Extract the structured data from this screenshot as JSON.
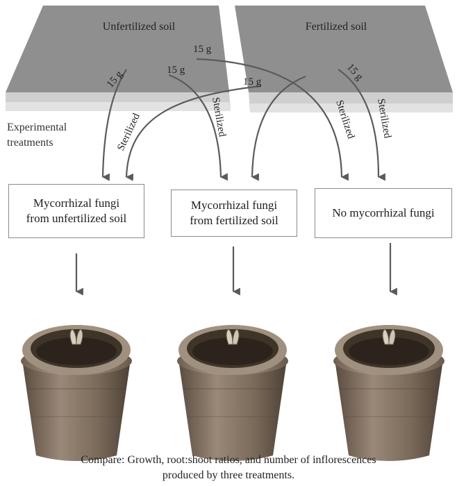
{
  "soil": {
    "unfertilized_label": "Unfertilized soil",
    "fertilized_label": "Fertilized soil"
  },
  "flows": {
    "amount": "15 g",
    "sterilized": "Sterilized"
  },
  "experimental_label": [
    "Experimental",
    "treatments"
  ],
  "treatments": [
    {
      "lines": [
        "Mycorrhizal fungi",
        "from unfertilized soil"
      ]
    },
    {
      "lines": [
        "Mycorrhizal fungi",
        "from fertilized soil"
      ]
    },
    {
      "lines": [
        "No mycorrhizal fungi"
      ]
    }
  ],
  "caption": [
    "Compare: Growth, root:shoot ratios, and number of inflorescences",
    "produced by three treatments."
  ],
  "colors": {
    "soil_top": "#8f8f8f",
    "soil_edge": "#d0d0d0",
    "arrow": "#5a5a5a",
    "pot": "#6e5e4e"
  }
}
